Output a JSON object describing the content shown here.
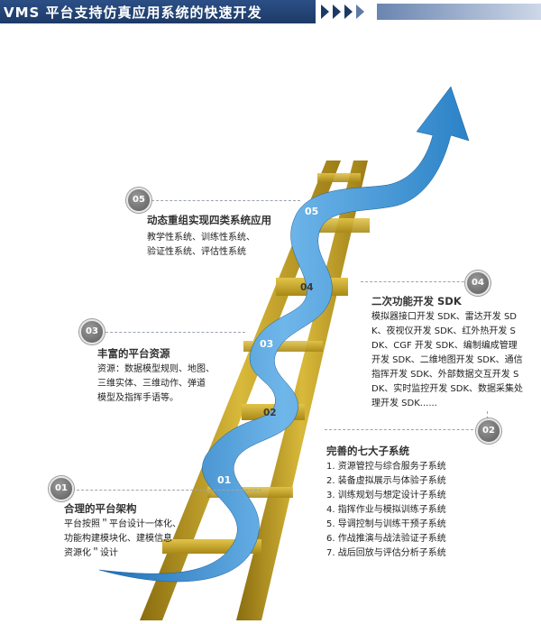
{
  "header": {
    "title": "VMS 平台支持仿真应用系统的快速开发"
  },
  "colors": {
    "header_blue": "#1d3a66",
    "ladder": "#c9a92a",
    "ribbon": "#3a8fd0",
    "arrow": "#1f7fc7",
    "badge": "#6a6a6a"
  },
  "ladder_steps": [
    "01",
    "02",
    "03",
    "04",
    "05"
  ],
  "sections": [
    {
      "badge": "01",
      "title": "合理的平台架构",
      "lines": [
        "平台按照＂平台设计一体化、",
        "功能构建模块化、建模信息",
        "资源化＂设计"
      ]
    },
    {
      "badge": "02",
      "title": "完善的七大子系统",
      "lines": [
        "1. 资源管控与综合服务子系统",
        "2. 装备虚拟展示与体验子系统",
        "3. 训练规划与想定设计子系统",
        "4. 指挥作业与模拟训练子系统",
        "5. 导调控制与训练干预子系统",
        "6. 作战推演与战法验证子系统",
        "7. 战后回放与评估分析子系统"
      ]
    },
    {
      "badge": "03",
      "title": "丰富的平台资源",
      "lines": [
        "资源：数据模型规则、地图、",
        "三维实体、三维动作、弹道",
        "模型及指挥手语等。"
      ]
    },
    {
      "badge": "04",
      "title": "二次功能开发 SDK",
      "lines": [
        "模拟器接口开发 SDK、雷达开发 SD",
        "K、夜视仪开发 SDK、红外热开发 S",
        "DK、CGF 开发 SDK、编制编成管理",
        "开发 SDK、二维地图开发 SDK、通信",
        "指挥开发 SDK、外部数据交互开发 S",
        "DK、实时监控开发 SDK、数据采集处",
        "理开发 SDK......"
      ]
    },
    {
      "badge": "05",
      "title": "动态重组实现四类系统应用",
      "lines": [
        "教学性系统、训练性系统、",
        "验证性系统、评估性系统"
      ]
    }
  ]
}
